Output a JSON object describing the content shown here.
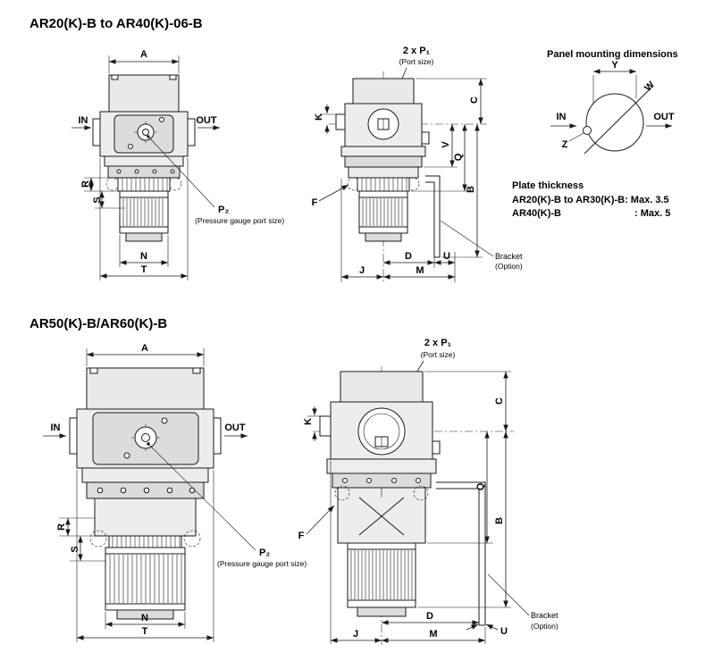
{
  "s1": {
    "title": "AR20(K)-B to AR40(K)-06-B",
    "front": {
      "a": "A",
      "in": "IN",
      "out": "OUT",
      "r": "R",
      "s": "S",
      "p2": "P₂",
      "p2_caption": "(Pressure gauge port size)",
      "n": "N",
      "t": "T"
    },
    "side": {
      "p1": "2 x P₁",
      "p1_caption": "(Port size)",
      "k": "K",
      "c": "C",
      "v": "V",
      "q": "Q",
      "b": "B",
      "f": "F",
      "d": "D",
      "u": "U",
      "j": "J",
      "m": "M",
      "bracket": "Bracket",
      "bracket_caption": "(Option)"
    },
    "panel": {
      "title": "Panel mounting dimensions",
      "y": "Y",
      "w": "W",
      "in": "IN",
      "out": "OUT",
      "z": "Z"
    },
    "plate": {
      "title": "Plate thickness",
      "line1": "AR20(K)-B to AR30(K)-B: Max. 3.5",
      "line2_model": "AR40(K)-B",
      "line2_value": ": Max. 5"
    }
  },
  "s2": {
    "title": "AR50(K)-B/AR60(K)-B",
    "front": {
      "a": "A",
      "in": "IN",
      "out": "OUT",
      "r": "R",
      "s": "S",
      "p2": "P₂",
      "p2_caption": "(Pressure gauge port size)",
      "n": "N",
      "t": "T"
    },
    "side": {
      "p1": "2 x P₁",
      "p1_caption": "(Port size)",
      "k": "K",
      "c": "C",
      "q": "Q",
      "b": "B",
      "f": "F",
      "d": "D",
      "u": "U",
      "j": "J",
      "m": "M",
      "bracket": "Bracket",
      "bracket_caption": "(Option)"
    }
  }
}
